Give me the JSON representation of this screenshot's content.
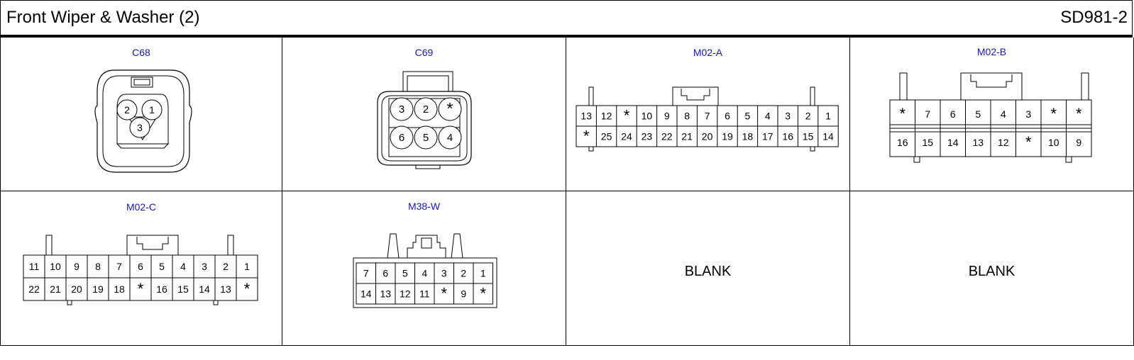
{
  "header": {
    "title": "Front Wiper & Washer (2)",
    "code": "SD981-2"
  },
  "connectors": {
    "c68": {
      "label": "C68",
      "pins": [
        "2",
        "1",
        "3"
      ]
    },
    "c69": {
      "label": "C69",
      "top": [
        "3",
        "2",
        "*"
      ],
      "bottom": [
        "6",
        "5",
        "4"
      ]
    },
    "m02a": {
      "label": "M02-A",
      "top": [
        "13",
        "12",
        "*",
        "10",
        "9",
        "8",
        "7",
        "6",
        "5",
        "4",
        "3",
        "2",
        "1"
      ],
      "bottom": [
        "*",
        "25",
        "24",
        "23",
        "22",
        "21",
        "20",
        "19",
        "18",
        "17",
        "16",
        "15",
        "14"
      ]
    },
    "m02b": {
      "label": "M02-B",
      "top": [
        "*",
        "7",
        "6",
        "5",
        "4",
        "3",
        "*",
        "*"
      ],
      "bottom": [
        "16",
        "15",
        "14",
        "13",
        "12",
        "*",
        "10",
        "9"
      ]
    },
    "m02c": {
      "label": "M02-C",
      "top": [
        "11",
        "10",
        "9",
        "8",
        "7",
        "6",
        "5",
        "4",
        "3",
        "2",
        "1"
      ],
      "bottom": [
        "22",
        "21",
        "20",
        "19",
        "18",
        "*",
        "16",
        "15",
        "14",
        "13",
        "*"
      ]
    },
    "m38w": {
      "label": "M38-W",
      "top": [
        "7",
        "6",
        "5",
        "4",
        "3",
        "2",
        "1"
      ],
      "bottom": [
        "14",
        "13",
        "12",
        "11",
        "*",
        "9",
        "*"
      ]
    }
  },
  "blanks": {
    "cell7": "BLANK",
    "cell8": "BLANK"
  }
}
